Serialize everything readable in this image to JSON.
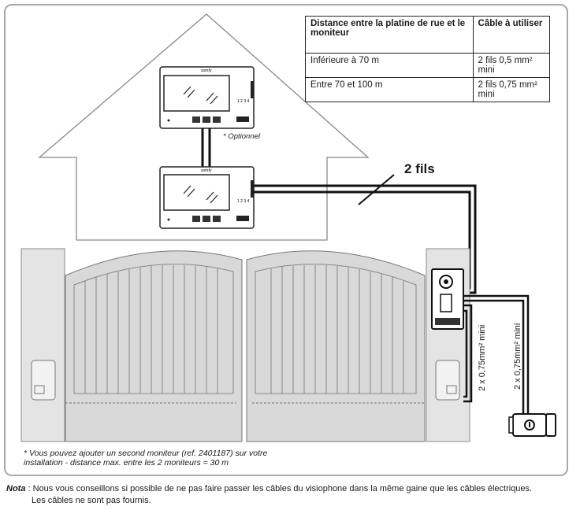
{
  "table": {
    "headers": [
      "Distance entre la platine de rue et le moniteur",
      "Câble à utiliser"
    ],
    "rows": [
      [
        "Inférieure à 70 m",
        "2 fils 0,5 mm² mini"
      ],
      [
        "Entre 70 et 100 m",
        "2 fils 0,75 mm² mini"
      ]
    ]
  },
  "labels": {
    "two_wires": "2 fils",
    "optional": "* Optionnel",
    "gate_cable": "2 x 0,75mm² mini",
    "lock_cable": "2 x 0,75mm² mini",
    "monitor_brand": "somfy",
    "monitor_terminals": "1 2 3 4"
  },
  "footnote": {
    "line1": "* Vous pouvez ajouter un second moniteur (ref. 2401187) sur votre",
    "line2": "installation - distance max. entre les 2 moniteurs = 30 m"
  },
  "nota": {
    "label": "Nota",
    "line1": " : Nous vous conseillons si possible de ne pas faire passer les câbles du visiophone dans la même gaine que les câbles électriques.",
    "line2": "Les câbles ne sont pas fournis."
  }
}
